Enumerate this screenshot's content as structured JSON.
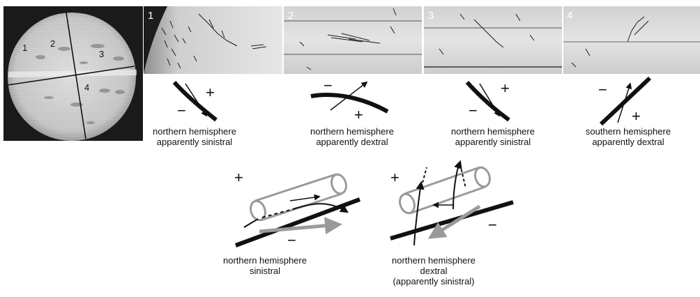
{
  "disk": {
    "region_labels": [
      "1",
      "2",
      "3",
      "4"
    ]
  },
  "panels": [
    {
      "number": "1"
    },
    {
      "number": "2"
    },
    {
      "number": "3"
    },
    {
      "number": "4"
    }
  ],
  "schematics": [
    {
      "signs": [
        "+",
        "−"
      ],
      "caption_line1": "northern hemisphere",
      "caption_line2": "apparently sinistral"
    },
    {
      "signs": [
        "−",
        "+"
      ],
      "caption_line1": "northern hemisphere",
      "caption_line2": "apparently dextral"
    },
    {
      "signs": [
        "+",
        "−"
      ],
      "caption_line1": "northern hemisphere",
      "caption_line2": "apparently sinistral"
    },
    {
      "signs": [
        "−",
        "+"
      ],
      "caption_line1": "southern hemisphere",
      "caption_line2": "apparently dextral"
    }
  ],
  "models": [
    {
      "signs": [
        "+",
        "−"
      ],
      "caption_line1": "northern hemisphere",
      "caption_line2": "sinistral",
      "caption_line3": ""
    },
    {
      "signs": [
        "+",
        "−"
      ],
      "caption_line1": "northern hemisphere",
      "caption_line2": "dextral",
      "caption_line3": "(apparently sinistral)"
    }
  ]
}
